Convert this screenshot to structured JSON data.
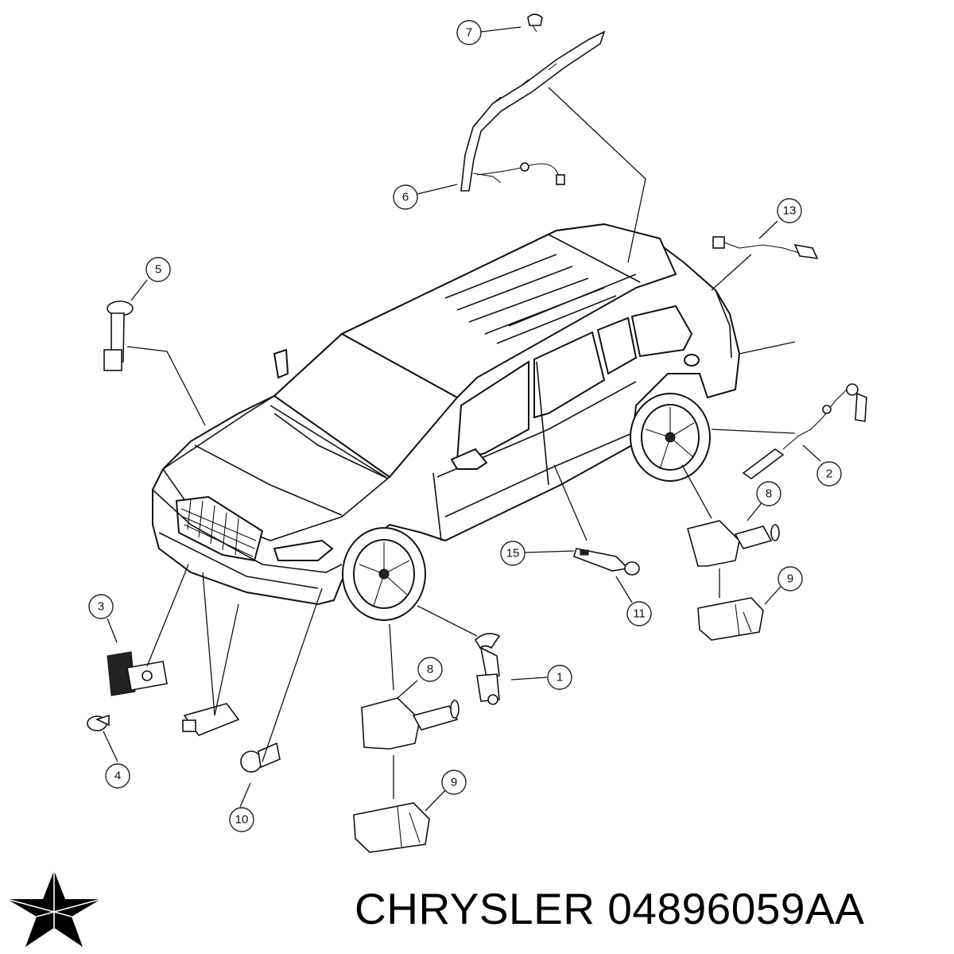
{
  "footer": {
    "part_code": "CHRYSLER 04896059AA"
  },
  "callouts": [
    {
      "label": "7"
    },
    {
      "label": "6"
    },
    {
      "label": "13"
    },
    {
      "label": "5"
    },
    {
      "label": "2"
    },
    {
      "label": "8"
    },
    {
      "label": "15"
    },
    {
      "label": "11"
    },
    {
      "label": "9"
    },
    {
      "label": "3"
    },
    {
      "label": "8"
    },
    {
      "label": "1"
    },
    {
      "label": "4"
    },
    {
      "label": "10"
    },
    {
      "label": "9"
    }
  ],
  "logo": {
    "icon": "pentastar-logo-icon",
    "color": "#000000"
  },
  "colors": {
    "line": "#111111",
    "background": "#ffffff"
  }
}
